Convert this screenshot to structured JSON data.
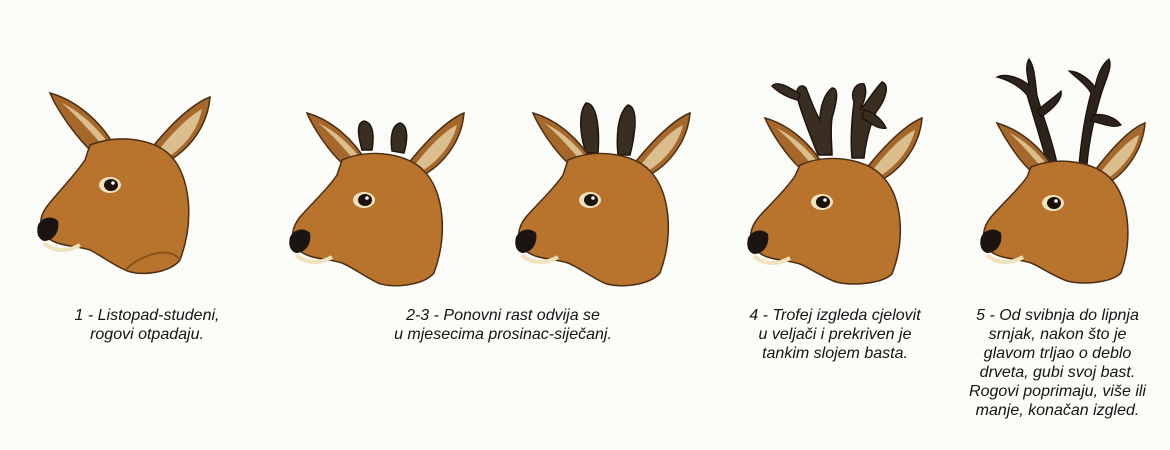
{
  "colors": {
    "background": "#fbfbf8",
    "fur": "#b8732c",
    "fur_dark": "#8a521d",
    "antler": "#3a2d22",
    "text": "#141414"
  },
  "stages": [
    {
      "id": "1",
      "antlers": "none",
      "caption_lines": [
        "1 - Listopad-studeni,",
        "rogovi otpadaju."
      ]
    },
    {
      "id": "2",
      "antlers": "knobs",
      "caption_lines": []
    },
    {
      "id": "3",
      "antlers": "stubs",
      "caption_lines": [
        "2-3 - Ponovni rast odvija se",
        "u mjesecima prosinac-siječanj."
      ]
    },
    {
      "id": "4",
      "antlers": "velvet-branched",
      "caption_lines": [
        "4 - Trofej izgleda cjelovit",
        "u veljači i prekriven je",
        "tankim slojem basta."
      ]
    },
    {
      "id": "5",
      "antlers": "clean-branched",
      "caption_lines": [
        "5 - Od svibnja do lipnja",
        "srnjak, nakon što je",
        "glavom trljao o deblo",
        "drveta, gubi svoj bast.",
        "Rogovi poprimaju, više ili",
        "manje, konačan izgled."
      ]
    }
  ]
}
